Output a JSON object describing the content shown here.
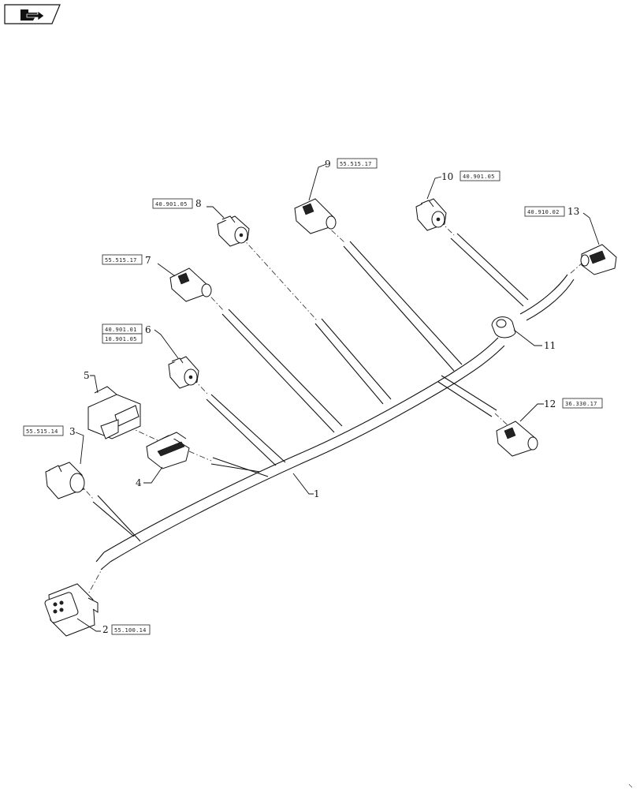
{
  "diagram": {
    "callouts": [
      {
        "id": "c1",
        "label": "1"
      },
      {
        "id": "c2",
        "label": "2",
        "ref": "55.100.14"
      },
      {
        "id": "c3",
        "label": "3",
        "ref": "55.515.14"
      },
      {
        "id": "c4",
        "label": "4"
      },
      {
        "id": "c5",
        "label": "5"
      },
      {
        "id": "c6",
        "label": "6",
        "ref": "40.901.01",
        "ref2": "10.901.05"
      },
      {
        "id": "c7",
        "label": "7",
        "ref": "55.515.17"
      },
      {
        "id": "c8",
        "label": "8",
        "ref": "40.901.05"
      },
      {
        "id": "c9",
        "label": "9",
        "ref": "55.515.17"
      },
      {
        "id": "c10",
        "label": "10",
        "ref": "40.901.05"
      },
      {
        "id": "c11",
        "label": "11"
      },
      {
        "id": "c12",
        "label": "12",
        "ref": "36.330.17"
      },
      {
        "id": "c13",
        "label": "13",
        "ref": "40.910.02"
      }
    ]
  }
}
